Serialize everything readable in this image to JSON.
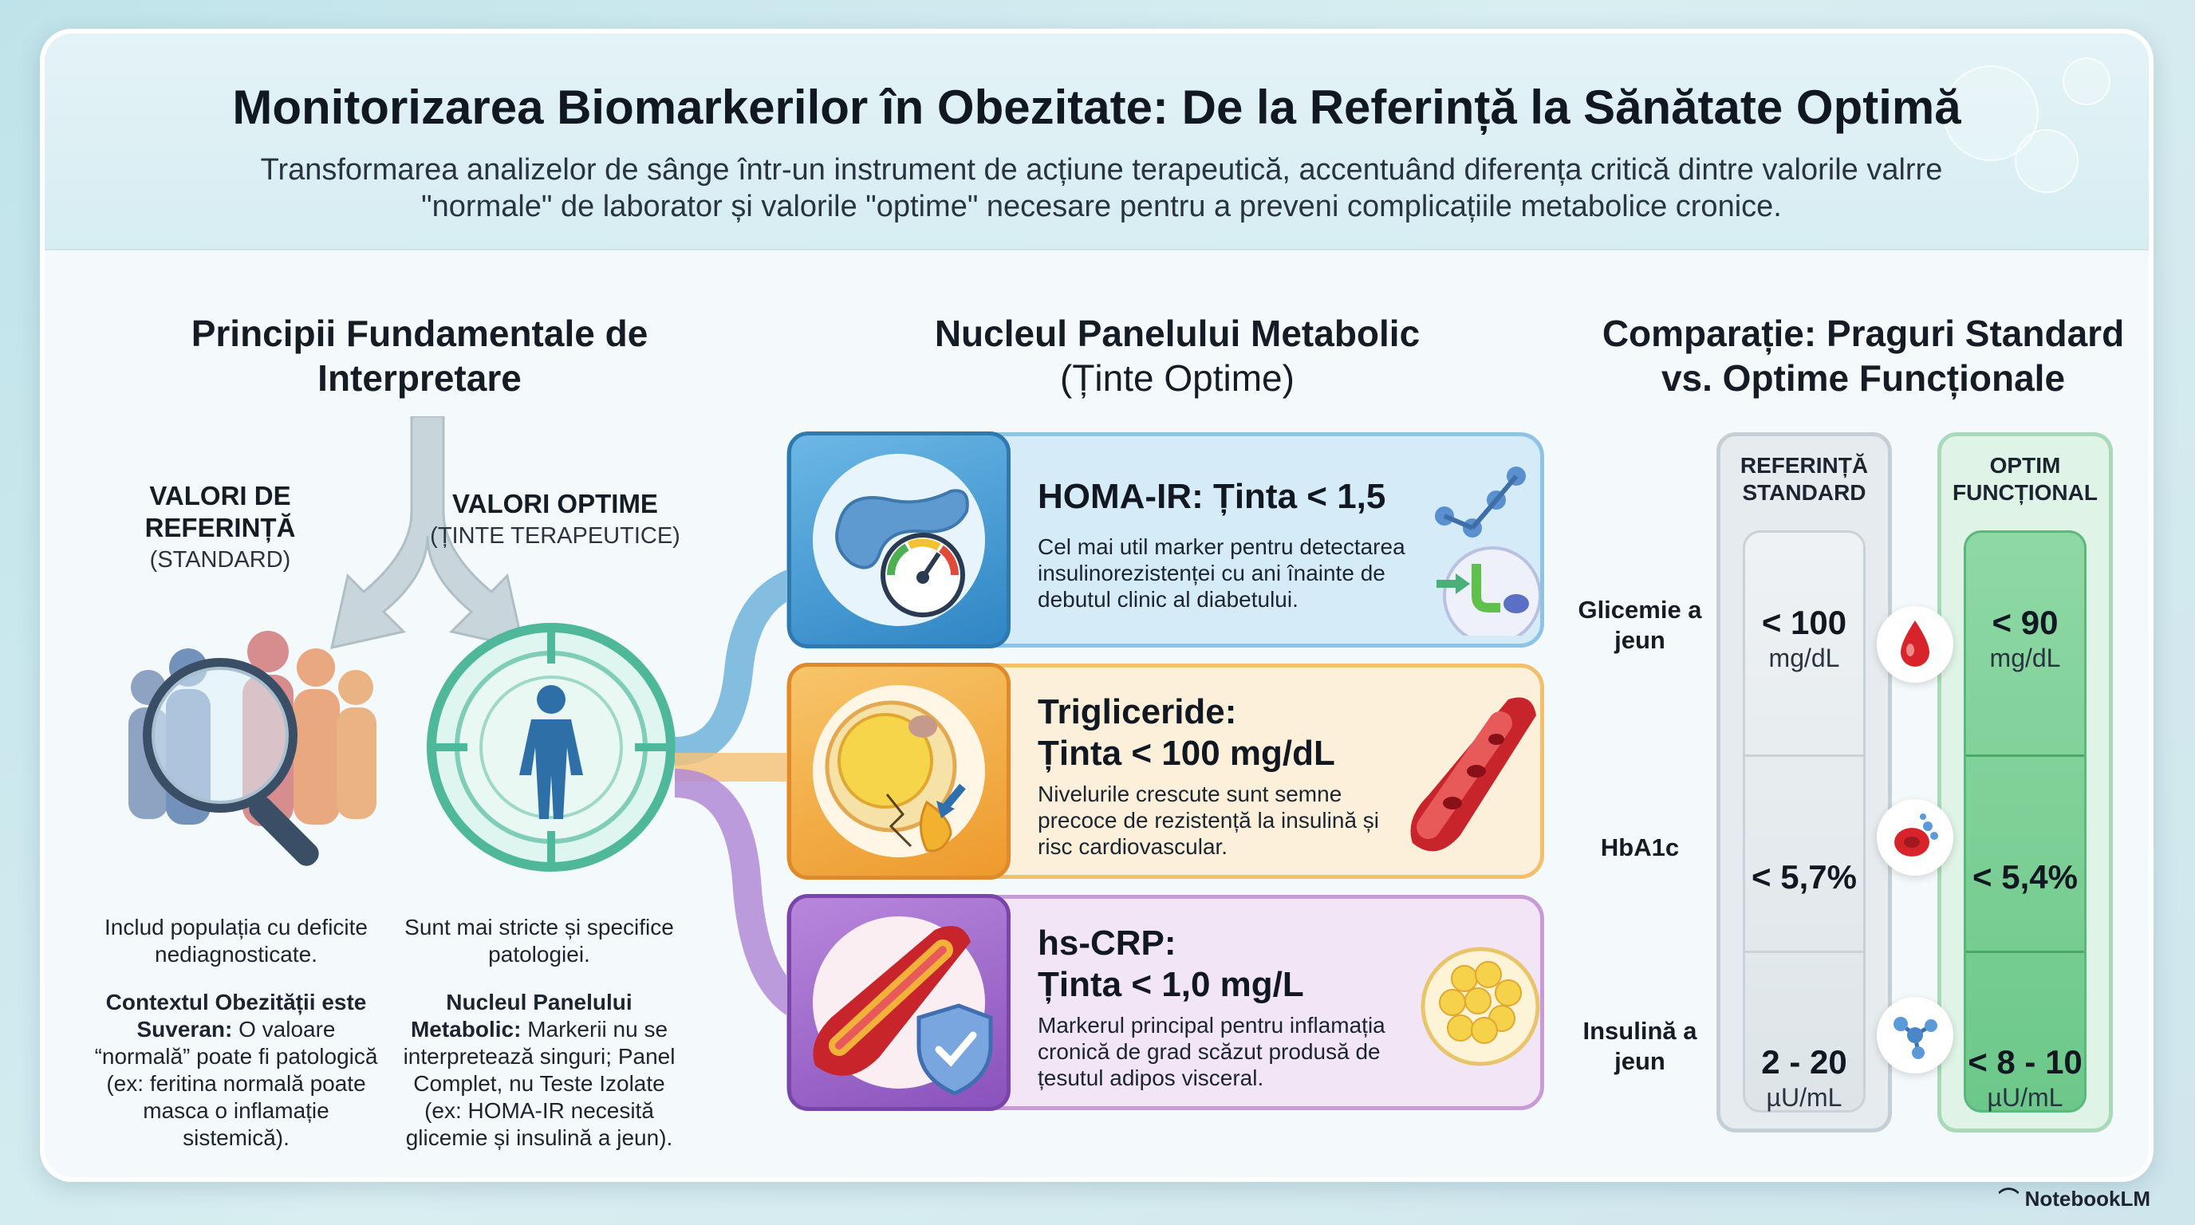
{
  "header": {
    "title": "Monitorizarea Biomarkerilor în Obezitate: De la Referință la Sănătate Optimă",
    "subtitle": "Transformarea analizelor de sânge într-un instrument de acțiune terapeutică, accentuând diferența critică dintre valorile valrre \"normale\" de laborator și valorile \"optime\" necesare pentru a preveni complicațiile metabolice cronice."
  },
  "left": {
    "heading": "Principii Fundamentale de Interpretare",
    "reference": {
      "label": "VALORI DE REFERINȚĂ",
      "sub": "(STANDARD)",
      "desc": "Includ populația cu deficite nediagnosticate.",
      "note_bold": "Contextul Obezității este Suveran:",
      "note": " O valoare “normală” poate fi patologică (ex: feritina normală poate masca o inflamație sistemică)."
    },
    "optimal": {
      "label": "VALORI OPTIME",
      "sub": "(ȚINTE TERAPEUTICE)",
      "desc": "Sunt mai stricte și specifice patologiei.",
      "note_bold": "Nucleul Panelului Metabolic:",
      "note": " Markerii nu se interpretează singuri; Panel Complet, nu Teste Izolate (ex: HOMA-IR necesită glicemie și insulină a jeun)."
    }
  },
  "middle": {
    "heading": "Nucleul Panelului Metabolic",
    "subheading": "(Ținte Optime)",
    "markers": [
      {
        "title": "HOMA-IR: Ținta < 1,5",
        "text": "Cel mai util marker pentru detectarea insulinorezistenței cu ani înainte de debutul clinic al diabetului.",
        "color": "#4a9fd8"
      },
      {
        "title_line1": "Trigliceride:",
        "title_line2": "Ținta < 100 mg/dL",
        "text": "Nivelurile crescute sunt semne precoce de rezistență la insulină și risc cardiovascular.",
        "color": "#f2a33a"
      },
      {
        "title_line1": "hs-CRP:",
        "title_line2": "Ținta < 1,0 mg/L",
        "text": "Markerul principal pentru inflamația cronică de grad scăzut produsă de țesutul adipos visceral.",
        "color": "#a064c8"
      }
    ]
  },
  "right": {
    "heading": "Comparație: Praguri Standard vs. Optime Funcționale",
    "col_standard": "REFERINȚĂ STANDARD",
    "col_optimal": "OPTIM FUNCȚIONAL",
    "rows": [
      {
        "label": "Glicemie a jeun",
        "standard": "< 100",
        "standard_unit": "mg/dL",
        "optimal": "< 90",
        "optimal_unit": "mg/dL",
        "icon": "blood-drop-icon"
      },
      {
        "label": "HbA1c",
        "standard": "< 5,7%",
        "standard_unit": "",
        "optimal": "< 5,4%",
        "optimal_unit": "",
        "icon": "red-blood-cell-icon"
      },
      {
        "label": "Insulină a jeun",
        "standard": "2 - 20",
        "standard_unit": "µU/mL",
        "optimal": "< 8 - 10",
        "optimal_unit": "µU/mL",
        "icon": "molecule-icon"
      }
    ]
  },
  "brand": "NotebookLM"
}
